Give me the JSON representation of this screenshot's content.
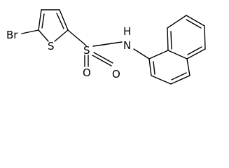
{
  "molecule": {
    "atoms": {
      "bromine": "Br",
      "thiophene_sulfur": "S",
      "sulfonyl_sulfur": "S",
      "oxygen_top": "O",
      "oxygen_bottom": "O",
      "amine_nitrogen": "N",
      "amine_hydrogen": "H"
    }
  }
}
